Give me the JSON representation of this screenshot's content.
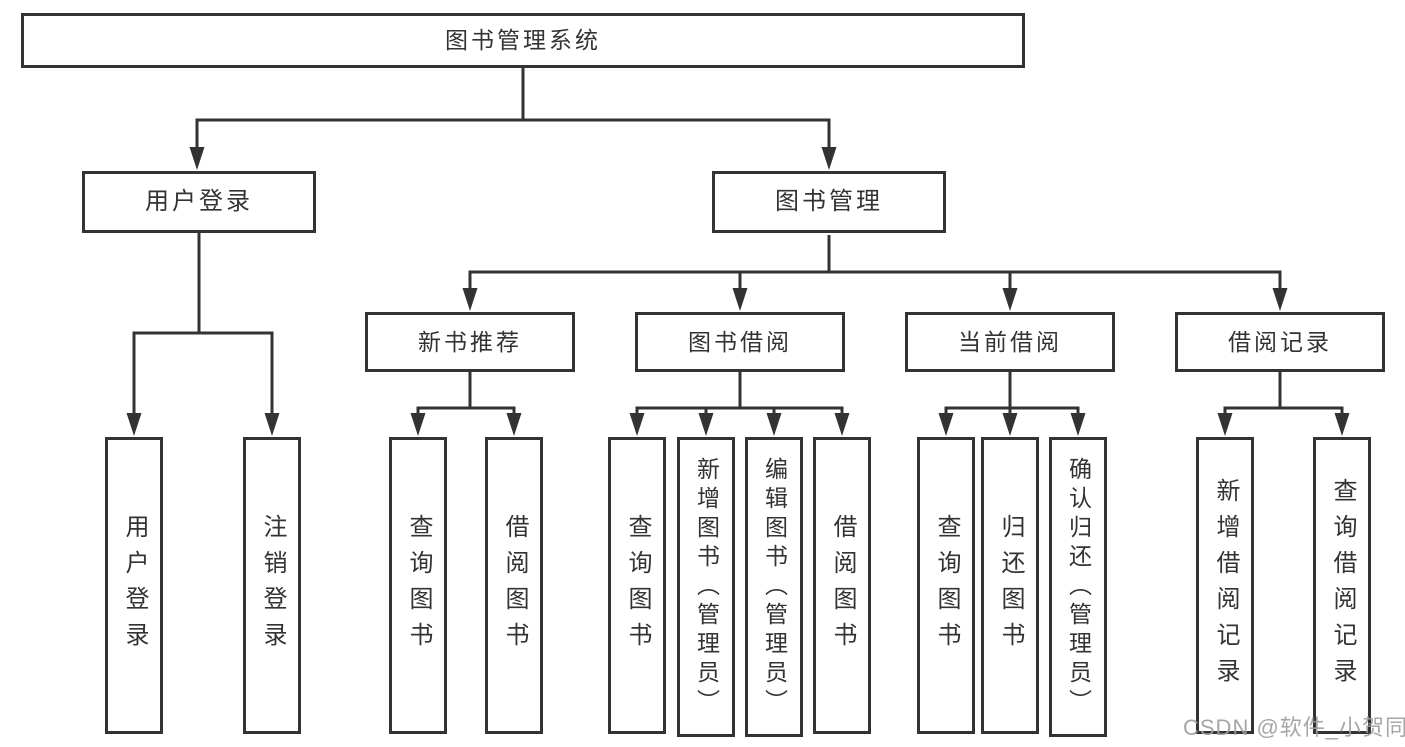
{
  "diagram": {
    "root": {
      "label": "图书管理系统",
      "children": [
        {
          "label": "用户登录",
          "children": [
            {
              "label": "用户登录"
            },
            {
              "label": "注销登录"
            }
          ]
        },
        {
          "label": "图书管理",
          "children": [
            {
              "label": "新书推荐",
              "children": [
                {
                  "label": "查询图书"
                },
                {
                  "label": "借阅图书"
                }
              ]
            },
            {
              "label": "图书借阅",
              "children": [
                {
                  "label": "查询图书"
                },
                {
                  "label": "新增图书（管理员）"
                },
                {
                  "label": "编辑图书（管理员）"
                },
                {
                  "label": "借阅图书"
                }
              ]
            },
            {
              "label": "当前借阅",
              "children": [
                {
                  "label": "查询图书"
                },
                {
                  "label": "归还图书"
                },
                {
                  "label": "确认归还（管理员）"
                }
              ]
            },
            {
              "label": "借阅记录",
              "children": [
                {
                  "label": "新增借阅记录"
                },
                {
                  "label": "查询借阅记录"
                }
              ]
            }
          ]
        }
      ]
    }
  },
  "watermark": {
    "text": "CSDN @软件_小贺同学"
  },
  "colors": {
    "line": "#333333",
    "text": "#333333",
    "box_background": "#ffffff",
    "watermark": "#9e9e9e"
  }
}
